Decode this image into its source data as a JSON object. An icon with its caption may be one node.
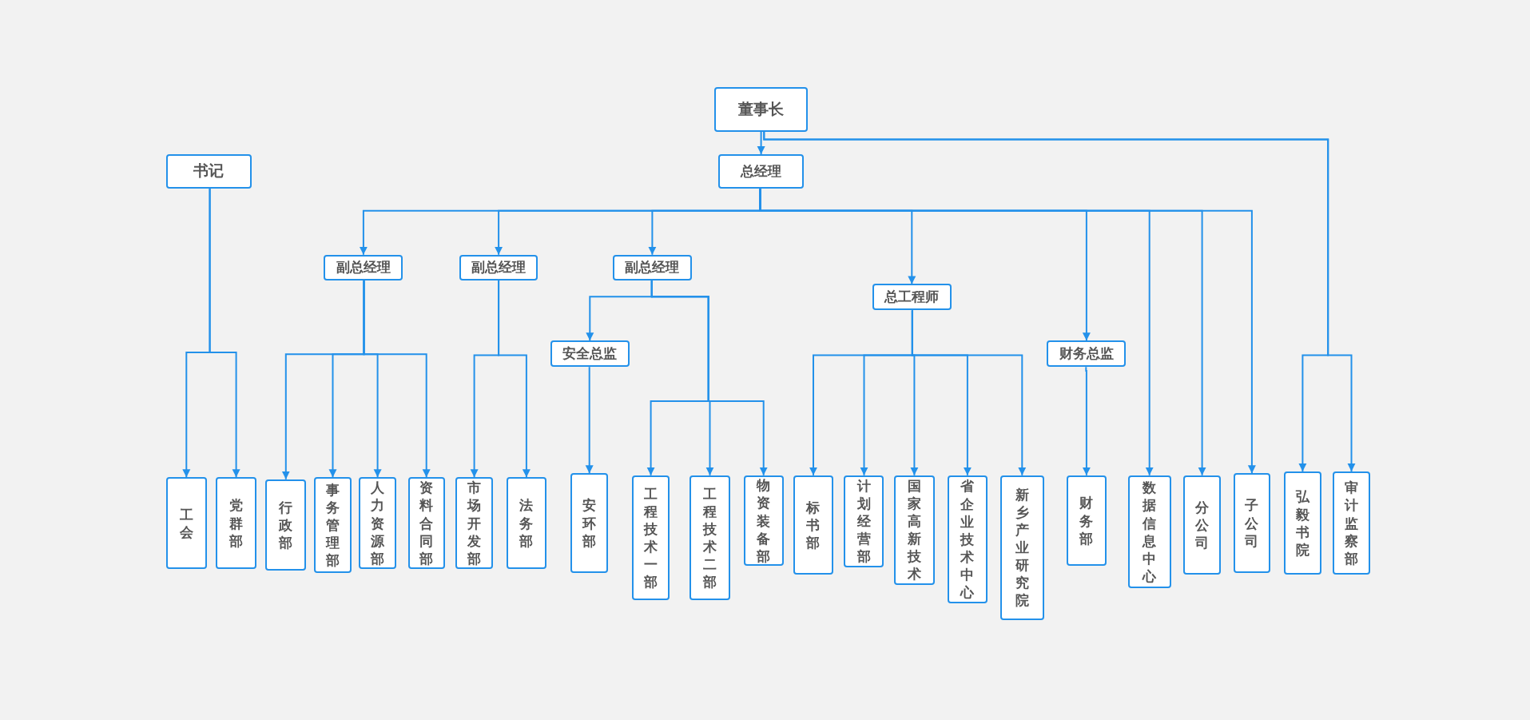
{
  "diagram": {
    "nodes": [
      {
        "text": [
          "董事长"
        ]
      },
      {
        "text": [
          "书记"
        ]
      },
      {
        "text": [
          "总经理"
        ]
      },
      {
        "text": [
          "副总经理"
        ]
      },
      {
        "text": [
          "副总经理"
        ]
      },
      {
        "text": [
          "副总经理"
        ]
      },
      {
        "text": [
          "安全总监"
        ]
      },
      {
        "text": [
          "总工程师"
        ]
      },
      {
        "text": [
          "财务总监"
        ]
      },
      {
        "text": [
          "工会"
        ]
      },
      {
        "text": [
          "党群部"
        ]
      },
      {
        "text": [
          "行政部"
        ]
      },
      {
        "text": [
          "事务管理部"
        ]
      },
      {
        "text": [
          "人力资源部"
        ]
      },
      {
        "text": [
          "资料合同部"
        ]
      },
      {
        "text": [
          "市场开发部"
        ]
      },
      {
        "text": [
          "法务部"
        ]
      },
      {
        "text": [
          "安环部"
        ]
      },
      {
        "text": [
          "工程技术一部"
        ]
      },
      {
        "text": [
          "工程技术二部"
        ]
      },
      {
        "text": [
          "物资装备部"
        ]
      },
      {
        "text": [
          "标书部"
        ]
      },
      {
        "text": [
          "计划经营部"
        ]
      },
      {
        "text": [
          "国家高新技术"
        ]
      },
      {
        "text": [
          "省企业技术中心"
        ]
      },
      {
        "text": [
          "新乡产业研究院"
        ]
      },
      {
        "text": [
          "财务部"
        ]
      },
      {
        "text": [
          "数据信息中心"
        ]
      },
      {
        "text": [
          "分公司"
        ]
      },
      {
        "text": [
          "子公司"
        ]
      },
      {
        "text": [
          "弘毅书院"
        ]
      },
      {
        "text": [
          "审计监察部"
        ]
      }
    ],
    "edges": [
      {
        "from": 0,
        "to": 2,
        "arrow": "to"
      },
      {
        "from": 2,
        "to": 3,
        "arrow": "to"
      },
      {
        "from": 2,
        "to": 4,
        "arrow": "to"
      },
      {
        "from": 2,
        "to": 5,
        "arrow": "to"
      },
      {
        "from": 2,
        "to": 7,
        "arrow": "to"
      },
      {
        "from": 2,
        "to": 8,
        "arrow": "to"
      },
      {
        "from": 2,
        "to": 27,
        "arrow": "to"
      },
      {
        "from": 2,
        "to": 28,
        "arrow": "to"
      },
      {
        "from": 2,
        "to": 29,
        "arrow": "to"
      },
      {
        "from": 0,
        "to": 30,
        "arrow": "to"
      },
      {
        "from": 0,
        "to": 31,
        "arrow": "to"
      },
      {
        "from": 1,
        "to": 9,
        "arrow": "to"
      },
      {
        "from": 1,
        "to": 10,
        "arrow": "to"
      },
      {
        "from": 3,
        "to": 11,
        "arrow": "to"
      },
      {
        "from": 3,
        "to": 12,
        "arrow": "to"
      },
      {
        "from": 3,
        "to": 13,
        "arrow": "to"
      },
      {
        "from": 3,
        "to": 14,
        "arrow": "to"
      },
      {
        "from": 4,
        "to": 15,
        "arrow": "to"
      },
      {
        "from": 4,
        "to": 16,
        "arrow": "to"
      },
      {
        "from": 5,
        "to": 6,
        "arrow": "to"
      },
      {
        "from": 5,
        "to": 18,
        "arrow": "to"
      },
      {
        "from": 5,
        "to": 19,
        "arrow": "to"
      },
      {
        "from": 5,
        "to": 20,
        "arrow": "to"
      },
      {
        "from": 6,
        "to": 17,
        "arrow": "to"
      },
      {
        "from": 7,
        "to": 21,
        "arrow": "to"
      },
      {
        "from": 7,
        "to": 22,
        "arrow": "to"
      },
      {
        "from": 7,
        "to": 23,
        "arrow": "to"
      },
      {
        "from": 7,
        "to": 24,
        "arrow": "to"
      },
      {
        "from": 7,
        "to": 25,
        "arrow": "to"
      },
      {
        "from": 8,
        "to": 26,
        "arrow": "to"
      }
    ]
  }
}
